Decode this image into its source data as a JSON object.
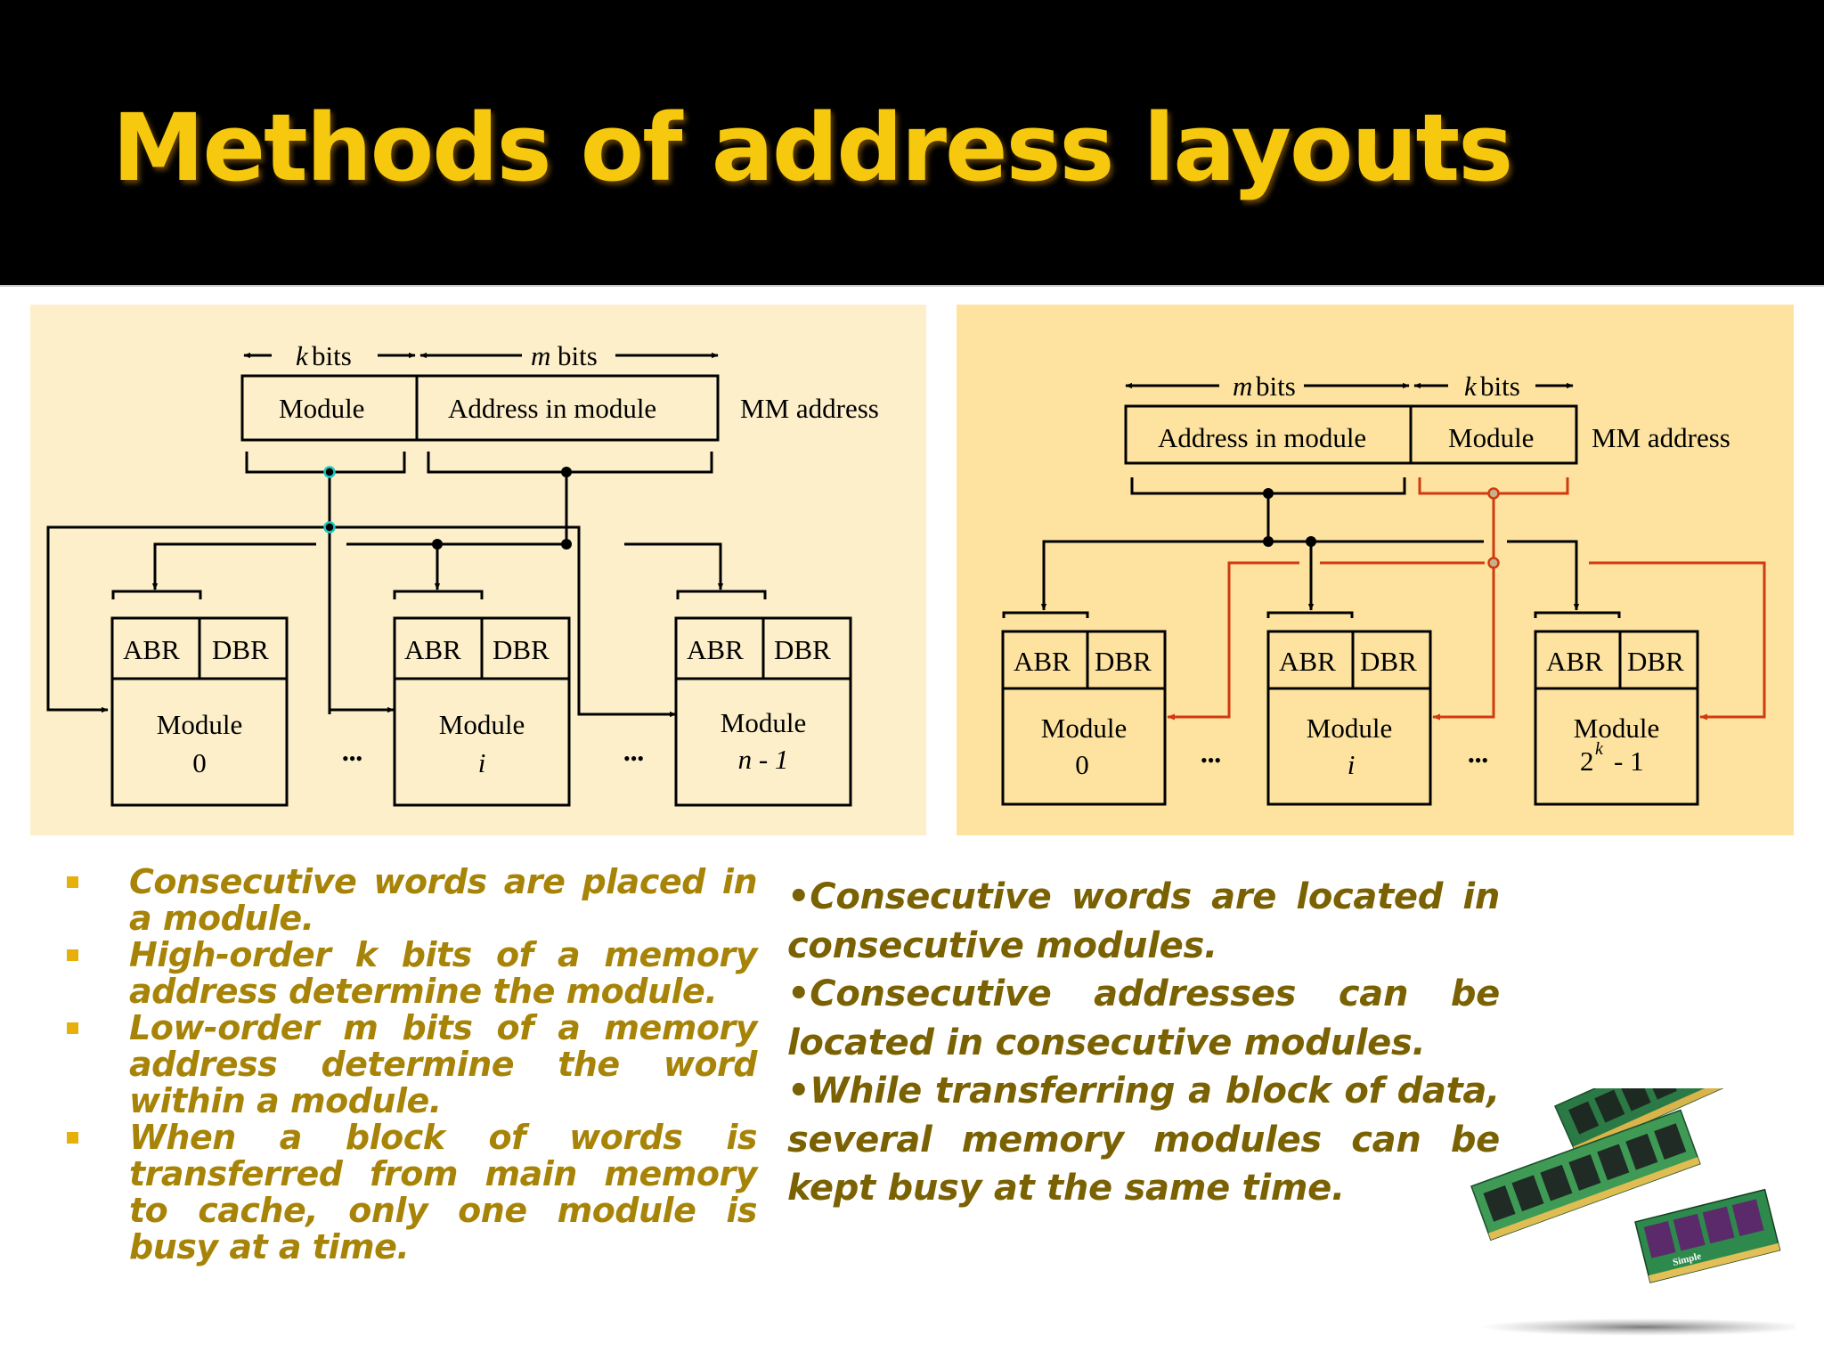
{
  "slide": {
    "title": "Methods of address layouts"
  },
  "diagram_left": {
    "k_bits": "k",
    "m_bits": "m",
    "bits_suffix": "bits",
    "field_module": "Module",
    "field_address": "Address in module",
    "mm_address": "MM address",
    "abr": "ABR",
    "dbr": "DBR",
    "module_label": "Module",
    "module_indices": [
      "0",
      "i",
      "n - 1"
    ],
    "dots": "•••"
  },
  "diagram_right": {
    "k_bits": "k",
    "m_bits": "m",
    "bits_suffix": "bits",
    "field_module": "Module",
    "field_address": "Address in module",
    "mm_address": "MM address",
    "abr": "ABR",
    "dbr": "DBR",
    "module_label": "Module",
    "module_indices": [
      "0",
      "i"
    ],
    "last_index_base": "2",
    "last_index_exp": "k",
    "last_index_tail": "- 1",
    "dots": "•••"
  },
  "bullets": [
    "Consecutive words are placed in a module.",
    "High-order k bits of a memory address determine the module.",
    "Low-order m bits of a memory address determine the word within a module.",
    "When a block of words is transferred from main memory to cache, only one module is busy at a time."
  ],
  "right_points": [
    "•Consecutive words are located in consecutive modules.",
    "•Consecutive addresses can be located in consecutive modules.",
    "•While transferring a block of data, several memory modules can be kept busy at the same time."
  ],
  "ram_image": {
    "brand": "Simple"
  },
  "colors": {
    "title": "#f6c90e",
    "left_panel": "#fdefca",
    "right_panel": "#fde39f",
    "bullet_text": "#a78408",
    "right_text": "#7a6102",
    "red_wire": "#d03a10"
  }
}
